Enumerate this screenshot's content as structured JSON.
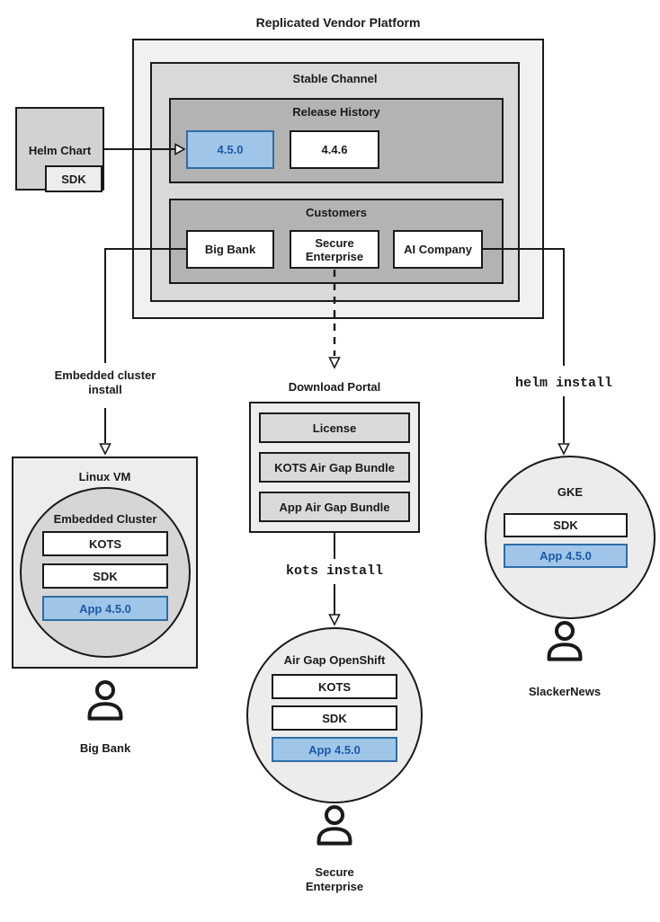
{
  "title": "Replicated Vendor Platform",
  "platform": {
    "stable_channel_title": "Stable Channel",
    "release_history": {
      "title": "Release History",
      "releases": [
        {
          "version": "4.5.0",
          "highlighted": true
        },
        {
          "version": "4.4.6",
          "highlighted": false
        }
      ]
    },
    "customers": {
      "title": "Customers",
      "items": [
        "Big Bank",
        "Secure Enterprise",
        "AI Company"
      ]
    }
  },
  "helm_chart": {
    "title": "Helm Chart",
    "sdk": "SDK"
  },
  "branches": {
    "embedded": {
      "arrow_label": [
        "Embedded cluster",
        "install"
      ],
      "vm_title": "Linux VM",
      "cluster_title": "Embedded Cluster",
      "components": [
        "KOTS",
        "SDK",
        "App 4.5.0"
      ],
      "user": "Big Bank"
    },
    "airgap": {
      "portal_title": "Download Portal",
      "portal_items": [
        "License",
        "KOTS Air Gap Bundle",
        "App Air Gap Bundle"
      ],
      "command": "kots install",
      "cluster_title": "Air Gap OpenShift",
      "components": [
        "KOTS",
        "SDK",
        "App 4.5.0"
      ],
      "user": [
        "Secure",
        "Enterprise"
      ]
    },
    "helm": {
      "command": "helm install",
      "cluster_title": "GKE",
      "components": [
        "SDK",
        "App 4.5.0"
      ],
      "user": "SlackerNews"
    }
  },
  "colors": {
    "highlight_fill": "#9fc5e8",
    "highlight_border": "#2e6da4",
    "highlight_text": "#1c5aa6",
    "outer_box_fill": "#f1f1f1",
    "channel_fill": "#d9d9d9",
    "section_fill": "#b3b3b3",
    "line": "#1a1a1a"
  }
}
